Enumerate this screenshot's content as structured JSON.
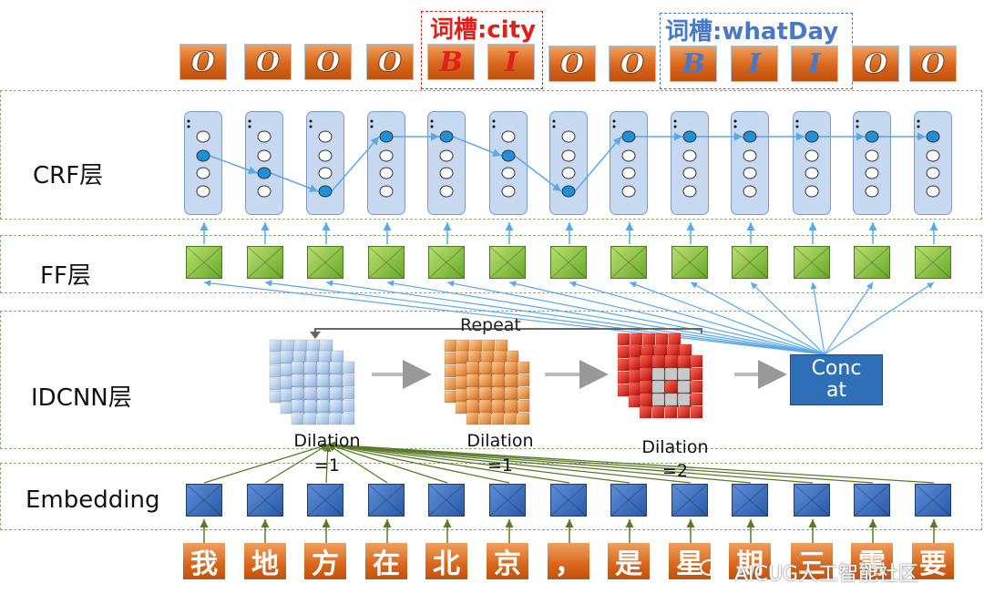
{
  "layers": {
    "crf": "CRF层",
    "ff": "FF层",
    "idcnn": "IDCNN层",
    "embedding": "Embedding"
  },
  "slots": {
    "city": "词槽:city",
    "whatday": "词槽:whatDay"
  },
  "tags": [
    "O",
    "O",
    "O",
    "O",
    "B",
    "I",
    "O",
    "O",
    "B",
    "I",
    "I",
    "O",
    "O"
  ],
  "tokens": [
    "我",
    "地",
    "方",
    "在",
    "北",
    "京",
    "，",
    "是",
    "星",
    "期",
    "三",
    "需",
    "要"
  ],
  "idcnn": {
    "repeat": "Repeat",
    "dilation1": "Dilation",
    "dilation1_value": "=1",
    "dilation2": "Dilation",
    "dilation2_value": "=1",
    "dilation3": "Dilation",
    "dilation3_value": "=2",
    "concat_line1": "Conc",
    "concat_line2": "at"
  },
  "watermark": "AICUG人工智能社区",
  "colors": {
    "tag_orange": "#d8661c",
    "city_red": "#e0201c",
    "whatday_blue": "#4a78c8",
    "ff_green": "#7ab83a",
    "embedding_blue": "#3a6ab8",
    "concat_blue": "#2f6fb8",
    "crf_fill": "#c6d9f0",
    "arrow_blue": "#5aa8e8",
    "arrow_green": "#5a7a2a"
  },
  "crf_selected_state": [
    2,
    3,
    4,
    1,
    1,
    2,
    4,
    1,
    1,
    1,
    1,
    1,
    1
  ]
}
